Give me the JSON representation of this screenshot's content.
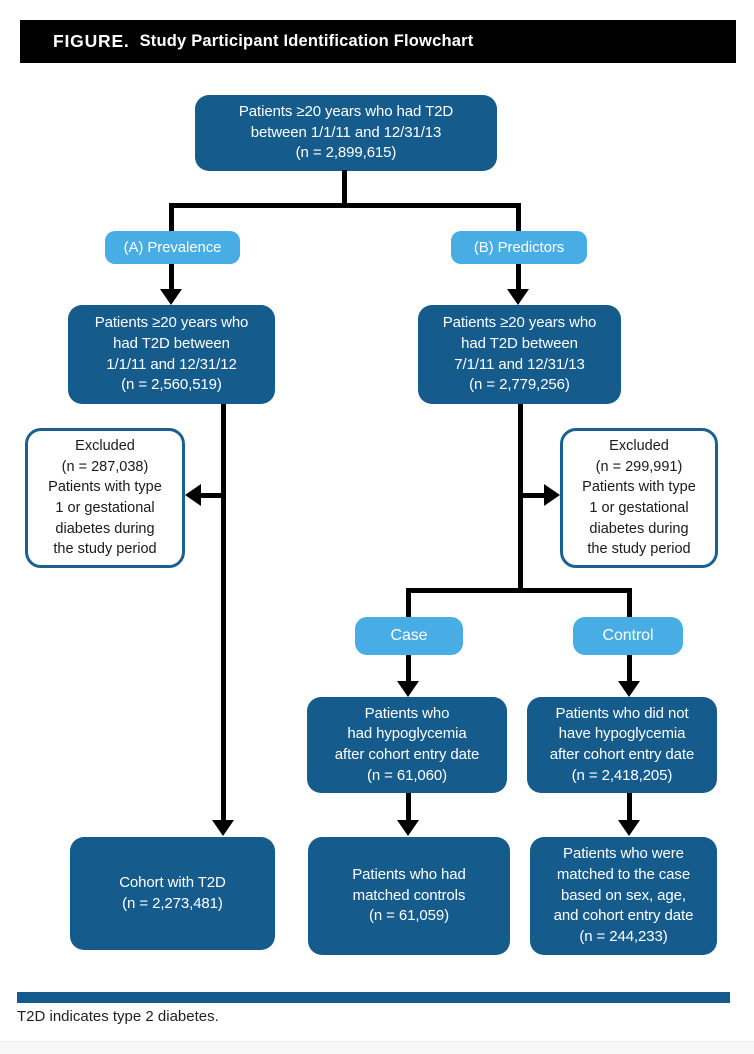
{
  "title": {
    "figure_label": "FIGURE.",
    "figure_title": "Study Participant Identification Flowchart"
  },
  "colors": {
    "dark_blue": "#155B8B",
    "light_blue": "#47ADE4",
    "connector_black": "#000000",
    "title_bar_black": "#000000"
  },
  "flowchart": {
    "top_box": "Patients ≥20 years who had T2D\nbetween 1/1/11 and 12/31/13\n(n = 2,899,615)",
    "branch_a_label": "(A) Prevalence",
    "branch_b_label": "(B) Predictors",
    "prevalence_box": "Patients ≥20 years who\nhad T2D between\n1/1/11 and 12/31/12\n(n = 2,560,519)",
    "predictors_box": "Patients ≥20 years who\nhad T2D between\n7/1/11 and 12/31/13\n(n = 2,779,256)",
    "excluded_prevalence_box": "Excluded\n(n = 287,038)\nPatients with type\n1 or gestational\ndiabetes during\nthe study period",
    "excluded_predictors_box": "Excluded\n(n = 299,991)\nPatients with type\n1 or gestational\ndiabetes during\nthe study period",
    "case_label": "Case",
    "control_label": "Control",
    "case_box": "Patients who\nhad hypoglycemia\nafter cohort entry date\n(n = 61,060)",
    "control_box": "Patients who did not\nhave hypoglycemia\nafter cohort entry date\n(n = 2,418,205)",
    "cohort_box": "Cohort with T2D\n(n = 2,273,481)",
    "matched_controls_box": "Patients who had\nmatched controls\n(n = 61,059)",
    "matched_case_box": "Patients who were\nmatched to the case\nbased on sex, age,\nand cohort entry date\n(n = 244,233)"
  },
  "footnote": "T2D indicates type 2 diabetes."
}
